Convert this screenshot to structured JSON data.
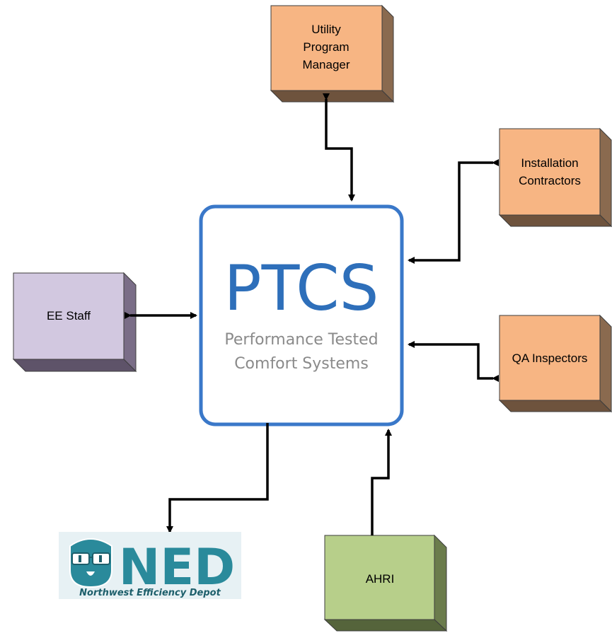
{
  "center": {
    "title": "PTCS",
    "subtitle_line1": "Performance Tested",
    "subtitle_line2": "Comfort Systems",
    "title_color": "#2e6fba",
    "subtitle_color": "#8a8a8a",
    "border_color": "#3a78c9"
  },
  "nodes": {
    "utility": {
      "line1": "Utility",
      "line2": "Program",
      "line3": "Manager",
      "color": "#f7b583"
    },
    "installation": {
      "line1": "Installation",
      "line2": "Contractors",
      "color": "#f7b583"
    },
    "ee_staff": {
      "label": "EE Staff",
      "color": "#d2c8e0"
    },
    "qa": {
      "label": "QA Inspectors",
      "color": "#f7b583"
    },
    "ahri": {
      "label": "AHRI",
      "color": "#b7cf8a"
    }
  },
  "logo": {
    "text": "NED",
    "tagline": "Northwest Efficiency Depot",
    "color": "#2a8a9b"
  },
  "icons": {
    "arrow": "arrow-icon",
    "mascot": "glasses-face-icon"
  }
}
